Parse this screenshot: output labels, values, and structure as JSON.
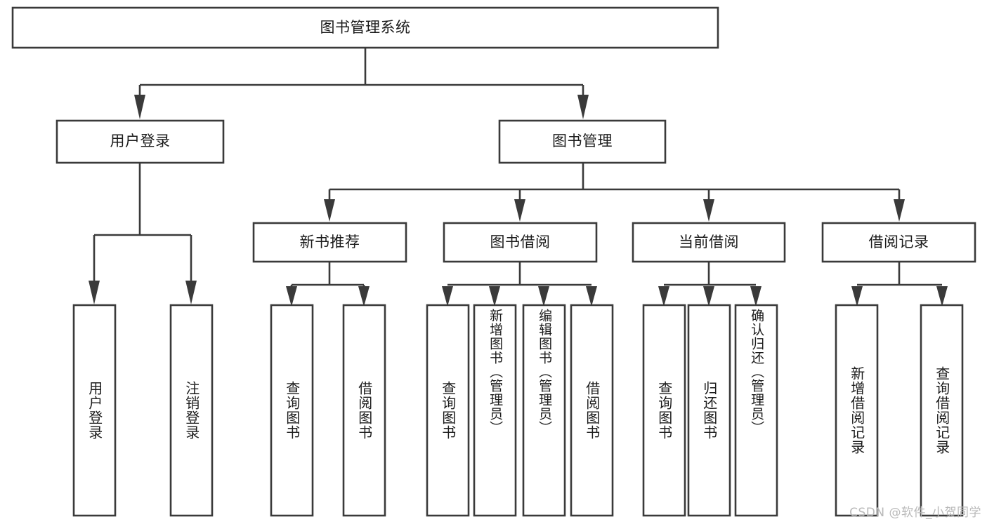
{
  "diagram": {
    "type": "tree-hierarchy",
    "title": "图书管理系统",
    "orientation": "top-down",
    "levels": 4,
    "colors": {
      "stroke": "#3a3a3a",
      "fill": "#ffffff",
      "text": "#1b1b1b",
      "watermark": "#b9b9b9",
      "background": "#ffffff"
    },
    "root": {
      "label": "图书管理系统"
    },
    "level2": [
      {
        "label": "用户登录"
      },
      {
        "label": "图书管理"
      }
    ],
    "level3": [
      {
        "label": "新书推荐"
      },
      {
        "label": "图书借阅"
      },
      {
        "label": "当前借阅"
      },
      {
        "label": "借阅记录"
      }
    ],
    "leaves": {
      "user_login": [
        {
          "label": "用户登录"
        },
        {
          "label": "注销登录"
        }
      ],
      "new_book": [
        {
          "label": "查询图书"
        },
        {
          "label": "借阅图书"
        }
      ],
      "book_borrow": [
        {
          "label": "查询图书"
        },
        {
          "label": "新增图书（管理员）"
        },
        {
          "label": "编辑图书（管理员）"
        },
        {
          "label": "借阅图书"
        }
      ],
      "current_borrow": [
        {
          "label": "查询图书"
        },
        {
          "label": "归还图书"
        },
        {
          "label": "确认归还（管理员）"
        }
      ],
      "borrow_record": [
        {
          "label": "新增借阅记录"
        },
        {
          "label": "查询借阅记录"
        }
      ]
    }
  },
  "watermark": {
    "text": "CSDN @软件_小贺同学"
  }
}
